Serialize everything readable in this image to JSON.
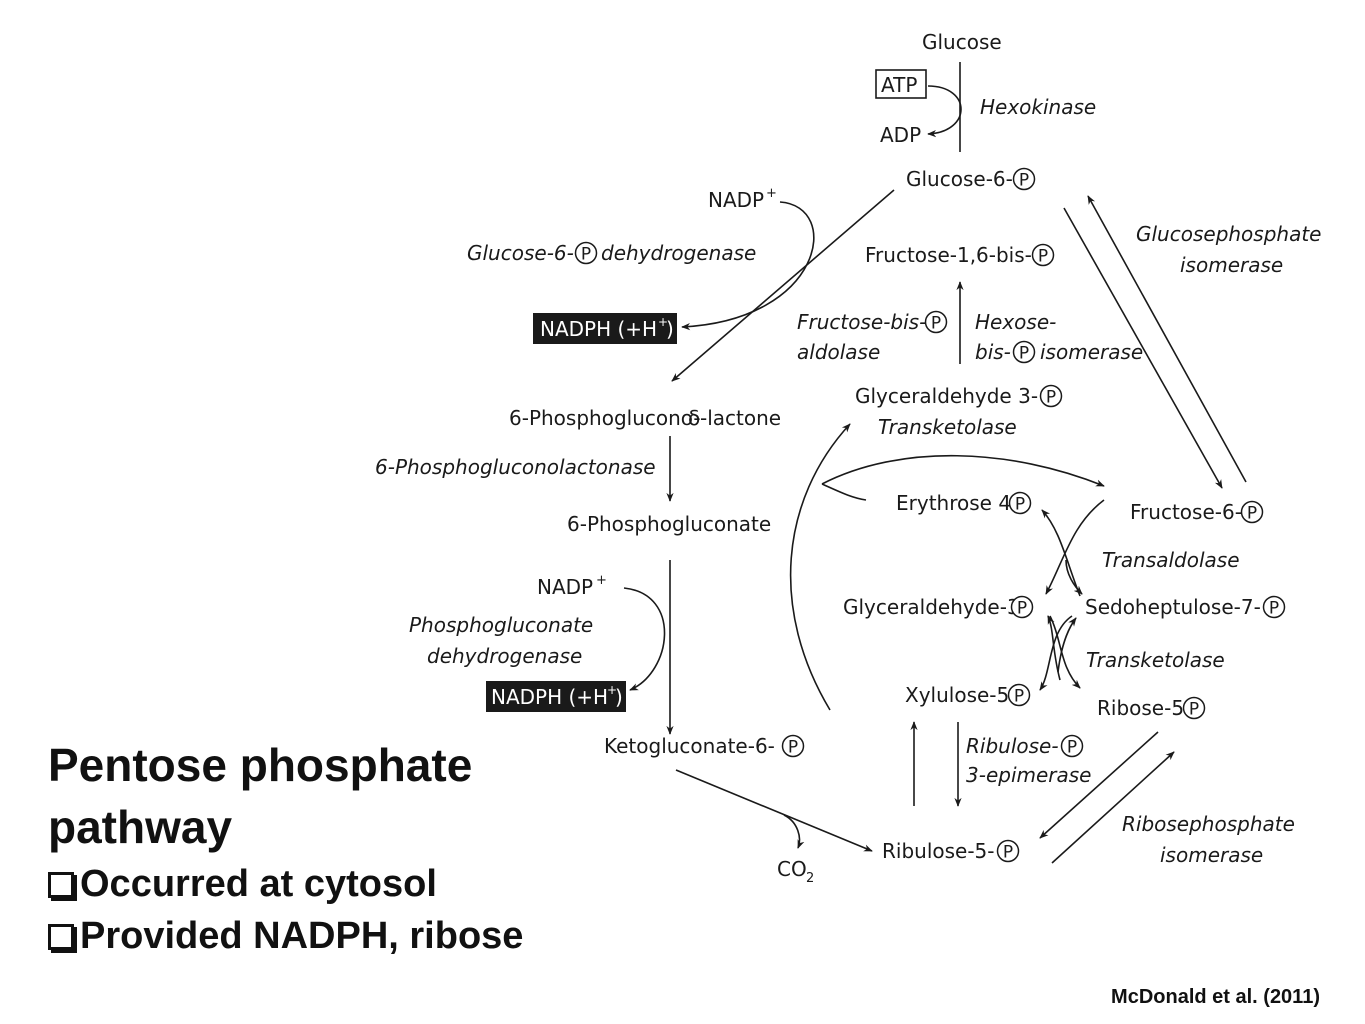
{
  "slide": {
    "title": "Pentose phosphate pathway",
    "bullets": [
      "Occurred at cytosol",
      "Provided NADPH, ribose"
    ],
    "citation": "McDonald et al. (2011)"
  },
  "diagram": {
    "metabolites": {
      "glucose": "Glucose",
      "atp": "ATP",
      "adp": "ADP",
      "glucose6p": "Glucose-6-",
      "nadp1": "NADP",
      "nadph1": "NADPH (+H",
      "fructose16bisp": "Fructose-1,6-bis-",
      "lactone_pre": "6-Phosphoglucono-",
      "lactone_sym": "δ",
      "lactone_post": "-lactone",
      "phosphogluconate": "6-Phosphogluconate",
      "nadp2": "NADP",
      "nadph2": "NADPH (+H",
      "ketogluconate6p": "Ketogluconate-6-",
      "co2": "CO",
      "co2_sub": "2",
      "ribulose5p": "Ribulose-5-",
      "xylulose5p": "Xylulose-5-",
      "ribose5p": "Ribose-5-",
      "glyceraldehyde3p_top": "Glyceraldehyde 3-",
      "erythrose4p": "Erythrose 4-",
      "fructose6p": "Fructose-6-",
      "glyceraldehyde3p": "Glyceraldehyde-3-",
      "sedoheptulose7p": "Sedoheptulose-7-",
      "phosphate_symbol": "P",
      "plus_sign": "+",
      "close_paren": ")"
    },
    "enzymes": {
      "hexokinase": "Hexokinase",
      "g6pdh_pre": "Glucose-6-",
      "g6pdh_post": "dehydrogenase",
      "gpi_line1": "Glucosephosphate",
      "gpi_line2": "isomerase",
      "fba_line1": "Fructose-bis-",
      "fba_line2": "aldolase",
      "hbi_line1": "Hexose-",
      "hbi_line2_pre": "bis-",
      "hbi_line2_post": "isomerase",
      "lactonase": "6-Phosphogluconolactonase",
      "pgd_line1": "Phosphogluconate",
      "pgd_line2": "dehydrogenase",
      "transketolase_top": "Transketolase",
      "transaldolase": "Transaldolase",
      "transketolase_mid": "Transketolase",
      "epimerase_line1": "Ribulose-",
      "epimerase_line2": "3-epimerase",
      "rpi_line1": "Ribosephosphate",
      "rpi_line2": "isomerase"
    }
  }
}
